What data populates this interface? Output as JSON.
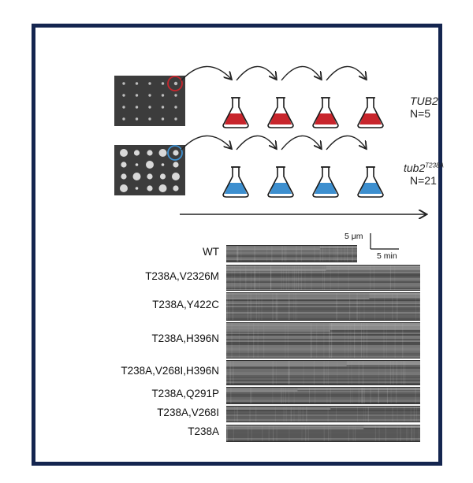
{
  "genotypes": [
    {
      "name": "TUB2",
      "sup": "",
      "count": "N=5",
      "flask_color": "#c8252c"
    },
    {
      "name": "tub2",
      "sup": "T238A",
      "count": "N=21",
      "flask_color": "#3d8fcf"
    }
  ],
  "scale_bar": {
    "length_label": "5 μm",
    "time_label": "5 min"
  },
  "kymographs": [
    {
      "label": "WT"
    },
    {
      "label": "T238A,V2326M"
    },
    {
      "label": "T238A,Y422C"
    },
    {
      "label": "T238A,H396N"
    },
    {
      "label": "T238A,V268I,H396N"
    },
    {
      "label": "T238A,Q291P"
    },
    {
      "label": "T238A,V268I"
    },
    {
      "label": "T238A"
    }
  ],
  "colors": {
    "frame": "#14254f",
    "wt_flask": "#c8252c",
    "mutant_flask": "#3d8fcf"
  }
}
